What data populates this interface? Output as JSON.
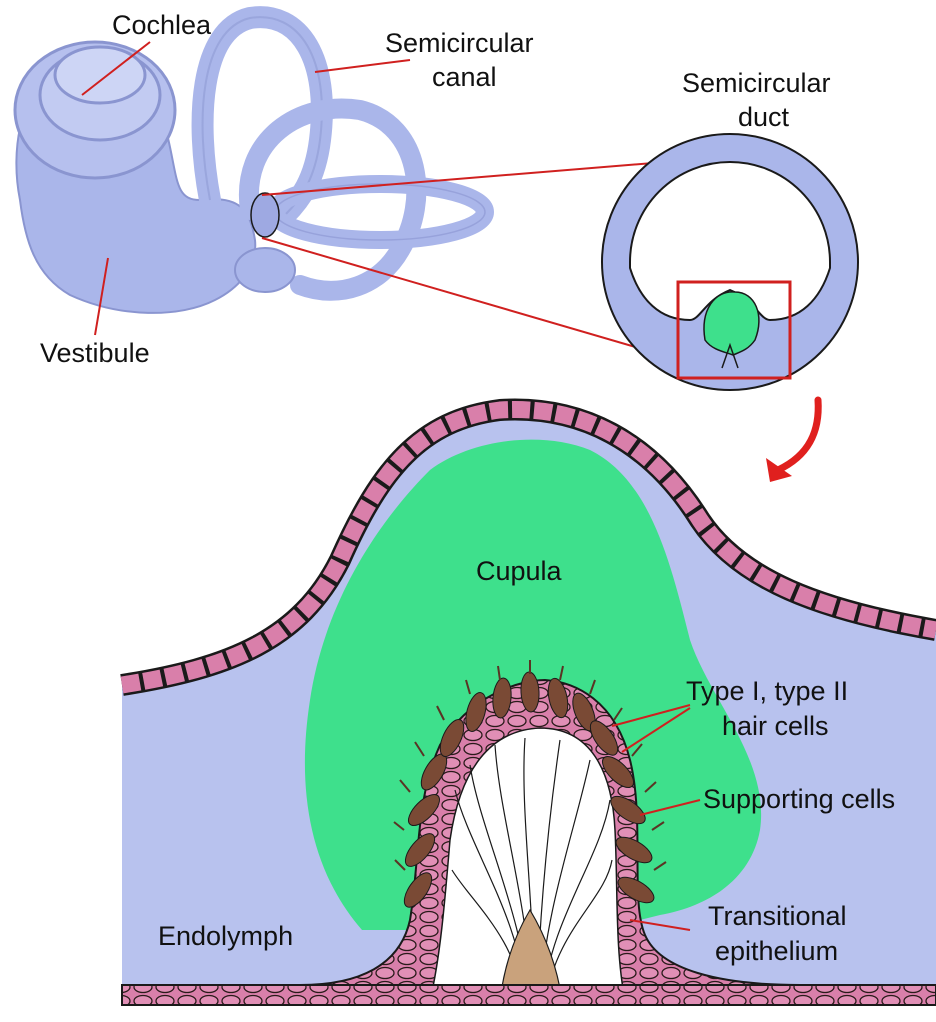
{
  "labels": {
    "cochlea": "Cochlea",
    "semicircular_canal_line1": "Semicircular",
    "semicircular_canal_line2": "canal",
    "semicircular_duct_line1": "Semicircular",
    "semicircular_duct_line2": "duct",
    "vestibule": "Vestibule",
    "cupula": "Cupula",
    "hair_cells_line1": "Type I, type II",
    "hair_cells_line2": "hair cells",
    "supporting_cells": "Supporting cells",
    "transitional_line1": "Transitional",
    "transitional_line2": "epithelium",
    "endolymph": "Endolymph"
  },
  "colors": {
    "lavender": "#b8c2ee",
    "lavender_dark": "#8f9ad6",
    "cupula_green": "#3ee08c",
    "epithelium_pink": "#d97faa",
    "hair_cell_brown": "#7a4a35",
    "nerve_tan": "#c9a27c",
    "leader_red": "#d0201f",
    "outline": "#1a1a1a"
  },
  "icons": {
    "zoom_arrow": "curved-arrow-down-left-icon"
  }
}
